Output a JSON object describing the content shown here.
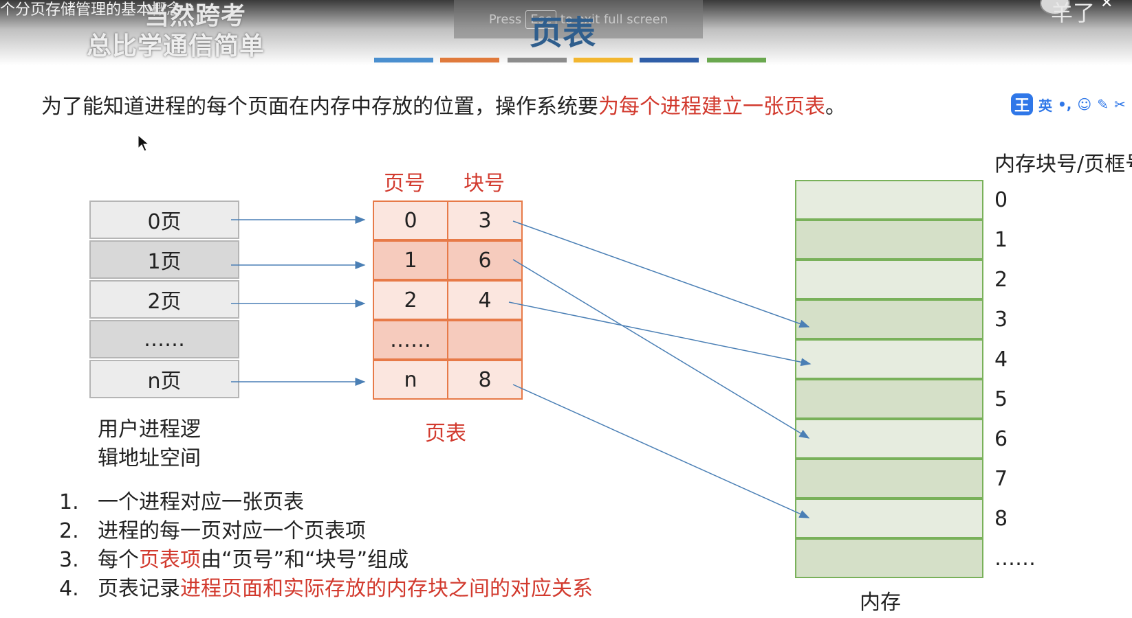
{
  "overlay": {
    "video_title": "个分页存储管理的基本概念",
    "watermark_1": "当然跨考",
    "watermark_2": "总比学通信简单",
    "fullscreen_hint": [
      "Press",
      "Esc",
      "to exit full screen"
    ],
    "top_right_text": "羊了",
    "top_right_close": "✕"
  },
  "slide": {
    "title": "页表",
    "color_bars": [
      "#4a8fcf",
      "#e07a3c",
      "#8c8c8c",
      "#f2b630",
      "#2f5ea8",
      "#6aa84f"
    ],
    "description_plain": "为了能知道进程的每个页面在内存中存放的位置，操作系统要",
    "description_red": "为每个进程建立一张页表",
    "description_end": "。"
  },
  "ime": {
    "logo": "王",
    "lang": "英",
    "dot": "•,",
    "emoji": "☺",
    "pen": "✎",
    "scissors": "✂"
  },
  "user_process": {
    "rows": [
      "0页",
      "1页",
      "2页",
      "……",
      "n页"
    ],
    "caption_line1": "用户进程逻",
    "caption_line2": "辑地址空间"
  },
  "page_table": {
    "header_page": "页号",
    "header_block": "块号",
    "rows": [
      {
        "page": "0",
        "block": "3"
      },
      {
        "page": "1",
        "block": "6"
      },
      {
        "page": "2",
        "block": "4"
      },
      {
        "page": "……",
        "block": ""
      },
      {
        "page": "n",
        "block": "8"
      }
    ],
    "caption": "页表"
  },
  "memory": {
    "header": "内存块号/页框号",
    "numbers": [
      "0",
      "1",
      "2",
      "3",
      "4",
      "5",
      "6",
      "7",
      "8",
      "……"
    ],
    "caption": "内存"
  },
  "notes": [
    {
      "num": "1.",
      "text": "一个进程对应一张页表",
      "red": "",
      "tail": ""
    },
    {
      "num": "2.",
      "text": "进程的每一页对应一个页表项",
      "red": "",
      "tail": ""
    },
    {
      "num": "3.",
      "text": "每个",
      "red": "页表项",
      "tail": "由“页号”和“块号”组成"
    },
    {
      "num": "4.",
      "text": "页表记录",
      "red": "进程页面和实际存放的内存块之间的对应关系",
      "tail": ""
    }
  ]
}
